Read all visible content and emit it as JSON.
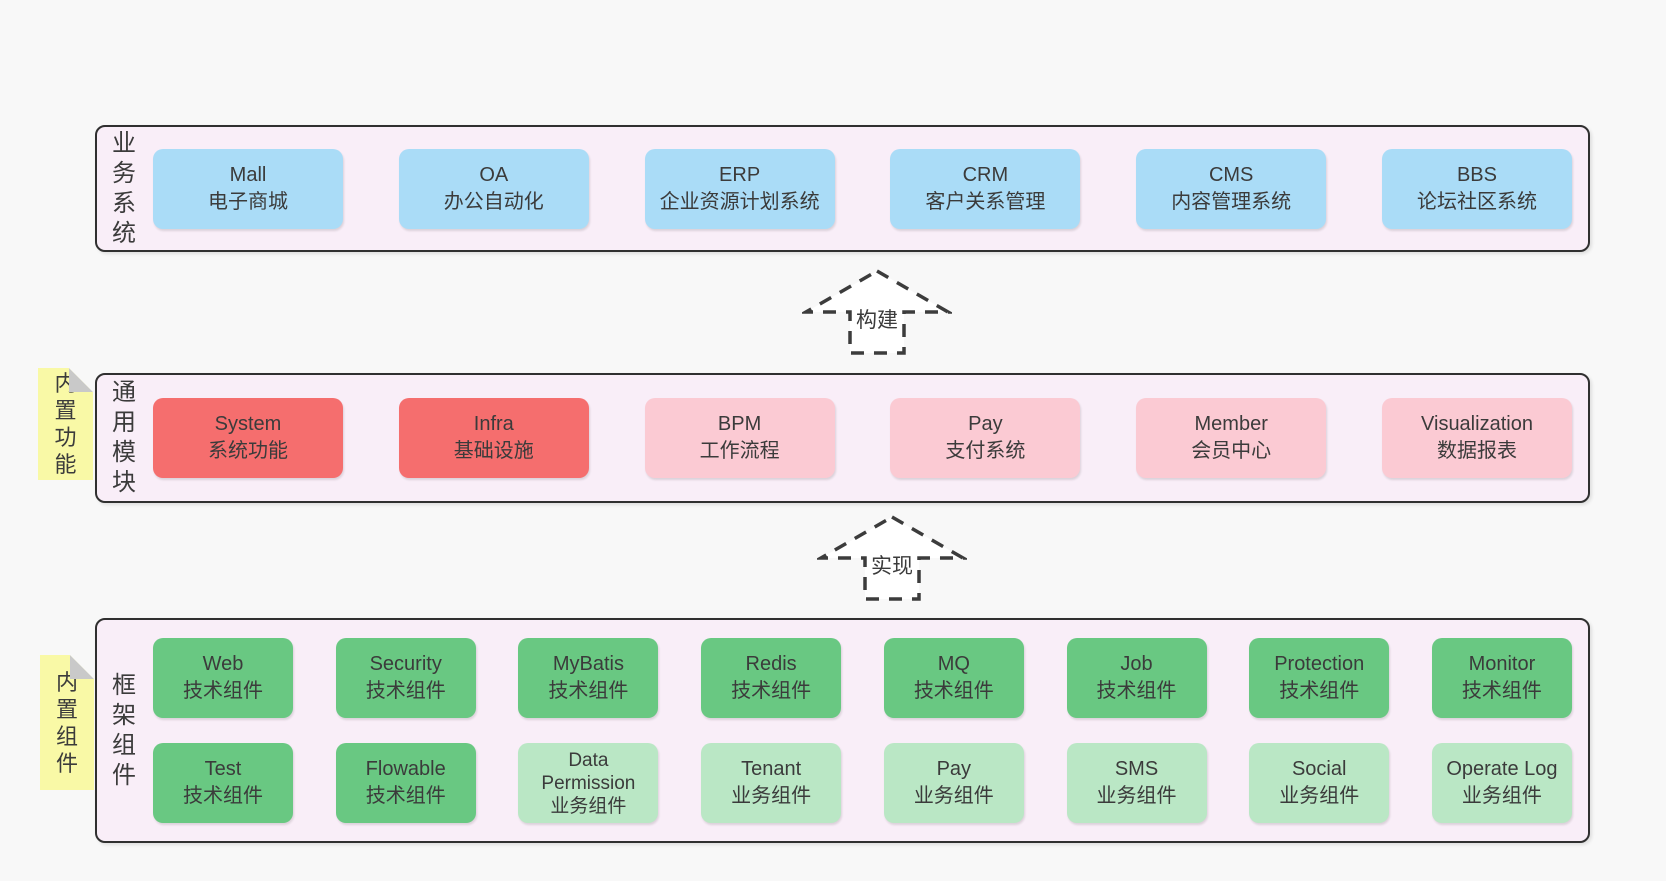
{
  "colors": {
    "page_bg": "#f8f8f8",
    "band_bg": "#f9eef8",
    "band_border": "#303030",
    "blue": "#aadcf7",
    "red": "#f56e6e",
    "pink": "#fbcad3",
    "green": "#69c882",
    "lightgreen": "#bae7c5",
    "sticky": "#f9f9a6",
    "sticky_fold": "#c9c9c9",
    "text": "#3b3b3b",
    "arrow_stroke": "#3c3c3c"
  },
  "bands": {
    "business": {
      "label": "业务系统",
      "boxes": [
        {
          "name": "Mall",
          "subtitle": "电子商城",
          "type": "blue"
        },
        {
          "name": "OA",
          "subtitle": "办公自动化",
          "type": "blue"
        },
        {
          "name": "ERP",
          "subtitle": "企业资源计划系统",
          "type": "blue"
        },
        {
          "name": "CRM",
          "subtitle": "客户关系管理",
          "type": "blue"
        },
        {
          "name": "CMS",
          "subtitle": "内容管理系统",
          "type": "blue"
        },
        {
          "name": "BBS",
          "subtitle": "论坛社区系统",
          "type": "blue"
        }
      ]
    },
    "modules": {
      "label": "通用模块",
      "sticky": "内置功能",
      "boxes": [
        {
          "name": "System",
          "subtitle": "系统功能",
          "type": "red"
        },
        {
          "name": "Infra",
          "subtitle": "基础设施",
          "type": "red"
        },
        {
          "name": "BPM",
          "subtitle": "工作流程",
          "type": "pink"
        },
        {
          "name": "Pay",
          "subtitle": "支付系统",
          "type": "pink"
        },
        {
          "name": "Member",
          "subtitle": "会员中心",
          "type": "pink"
        },
        {
          "name": "Visualization",
          "subtitle": "数据报表",
          "type": "pink"
        }
      ]
    },
    "components": {
      "label": "框架组件",
      "sticky": "内置组件",
      "row1": [
        {
          "name": "Web",
          "subtitle": "技术组件",
          "type": "green"
        },
        {
          "name": "Security",
          "subtitle": "技术组件",
          "type": "green"
        },
        {
          "name": "MyBatis",
          "subtitle": "技术组件",
          "type": "green"
        },
        {
          "name": "Redis",
          "subtitle": "技术组件",
          "type": "green"
        },
        {
          "name": "MQ",
          "subtitle": "技术组件",
          "type": "green"
        },
        {
          "name": "Job",
          "subtitle": "技术组件",
          "type": "green"
        },
        {
          "name": "Protection",
          "subtitle": "技术组件",
          "type": "green"
        },
        {
          "name": "Monitor",
          "subtitle": "技术组件",
          "type": "green"
        }
      ],
      "row2": [
        {
          "name": "Test",
          "subtitle": "技术组件",
          "type": "green"
        },
        {
          "name": "Flowable",
          "subtitle": "技术组件",
          "type": "green"
        },
        {
          "name": "Data Permission",
          "subtitle": "业务组件",
          "type": "lightgreen"
        },
        {
          "name": "Tenant",
          "subtitle": "业务组件",
          "type": "lightgreen"
        },
        {
          "name": "Pay",
          "subtitle": "业务组件",
          "type": "lightgreen"
        },
        {
          "name": "SMS",
          "subtitle": "业务组件",
          "type": "lightgreen"
        },
        {
          "name": "Social",
          "subtitle": "业务组件",
          "type": "lightgreen"
        },
        {
          "name": "Operate Log",
          "subtitle": "业务组件",
          "type": "lightgreen"
        }
      ]
    }
  },
  "arrows": {
    "build": {
      "label": "构建"
    },
    "implement": {
      "label": "实现"
    }
  }
}
